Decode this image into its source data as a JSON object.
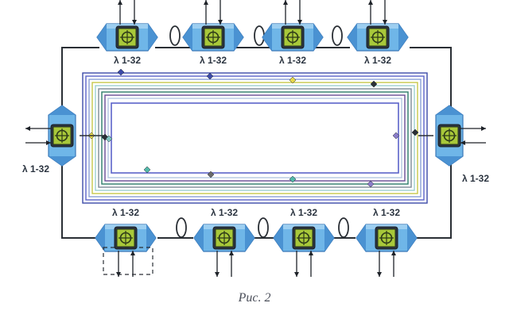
{
  "figure": {
    "caption": "Рис. 2",
    "node_label": "λ 1-32"
  },
  "colors": {
    "background": "#ffffff",
    "fiber": "#2a2f35",
    "node_body": "#6fb6e8",
    "node_edge": "#3a78b8",
    "node_face": "#4a92d2",
    "switch_core": "#a8c83a",
    "switch_edge": "#2d3a18",
    "marker": "#2f3fa0",
    "rings": [
      "#3c4aa8",
      "#5b63c9",
      "#8aa0d8",
      "#c7c84a",
      "#9ecfcf",
      "#7d8a96",
      "#2e7d6a",
      "#6a4d94",
      "#b4c8e0"
    ],
    "wavelength_markers": [
      "#3c4aa8",
      "#e6d84a",
      "#2a2f35",
      "#7fc4c0",
      "#6a6a6a",
      "#52b8a8",
      "#8a7cc9",
      "#c7c84a"
    ]
  },
  "nodes": {
    "top": [
      {
        "label": "λ 1-32"
      },
      {
        "label": "λ 1-32"
      },
      {
        "label": "λ 1-32"
      },
      {
        "label": "λ 1-32"
      }
    ],
    "bottom": [
      {
        "label": "λ 1-32"
      },
      {
        "label": "λ 1-32"
      },
      {
        "label": "λ 1-32"
      },
      {
        "label": "λ 1-32"
      }
    ],
    "left": {
      "label": "λ 1-32"
    },
    "right": {
      "label": "λ 1-32"
    }
  }
}
